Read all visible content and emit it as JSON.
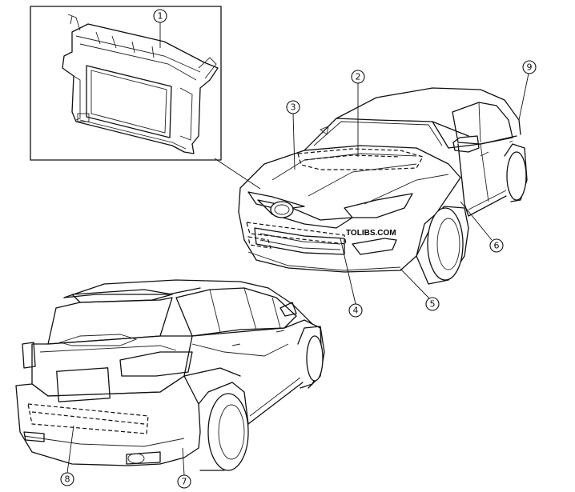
{
  "callouts": [
    {
      "id": "1",
      "label": "1"
    },
    {
      "id": "2",
      "label": "2"
    },
    {
      "id": "3",
      "label": "3"
    },
    {
      "id": "4",
      "label": "4"
    },
    {
      "id": "5",
      "label": "5"
    },
    {
      "id": "6",
      "label": "6"
    },
    {
      "id": "7",
      "label": "7"
    },
    {
      "id": "8",
      "label": "8"
    },
    {
      "id": "9",
      "label": "9"
    }
  ],
  "watermark": "TOLIBS.COM"
}
